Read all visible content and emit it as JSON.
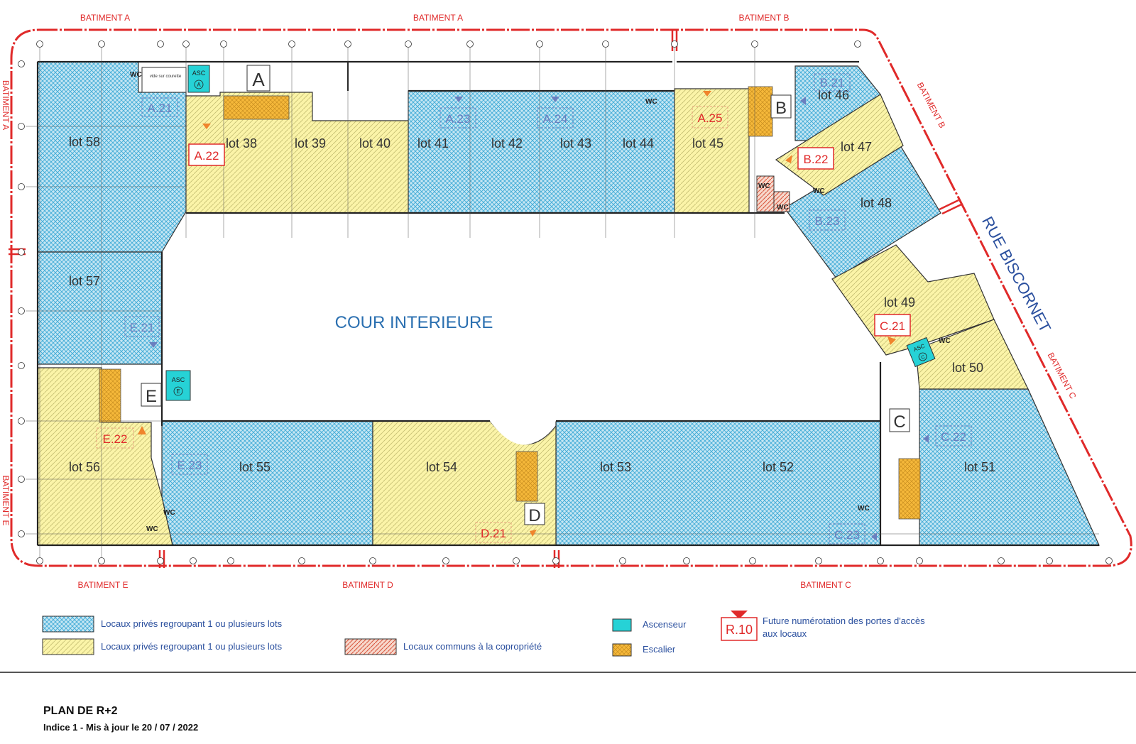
{
  "buildings": {
    "top": [
      "BATIMENT A",
      "BATIMENT A",
      "BATIMENT B"
    ],
    "left": [
      "BATIMENT A",
      "BATIMENT E"
    ],
    "right": [
      "BATIMENT B",
      "BATIMENT C"
    ],
    "bottom": [
      "BATIMENT E",
      "BATIMENT D",
      "BATIMENT C"
    ]
  },
  "street": "RUE BISCORNET",
  "courtyard": "COUR INTERIEURE",
  "lots": {
    "l58": "lot 58",
    "l57": "lot 57",
    "l56": "lot 56",
    "l55": "lot 55",
    "l54": "lot 54",
    "l53": "lot 53",
    "l52": "lot 52",
    "l51": "lot 51",
    "l50": "lot 50",
    "l49": "lot 49",
    "l48": "lot 48",
    "l47": "lot 47",
    "l46": "lot 46",
    "l45": "lot 45",
    "l44": "lot 44",
    "l43": "lot 43",
    "l42": "lot 42",
    "l41": "lot 41",
    "l40": "lot 40",
    "l39": "lot 39",
    "l38": "lot 38"
  },
  "doors": {
    "a21": "A.21",
    "a22": "A.22",
    "a23": "A.23",
    "a24": "A.24",
    "a25": "A.25",
    "b21": "B.21",
    "b22": "B.22",
    "b23": "B.23",
    "c21": "C.21",
    "c22": "C.22",
    "c23": "C.23",
    "d21": "D.21",
    "e21": "E.21",
    "e22": "E.22",
    "e23": "E.23"
  },
  "stairs": {
    "a": "A",
    "b": "B",
    "c": "C",
    "d": "D",
    "e": "E"
  },
  "wc": "WC",
  "lift_label": "ASC",
  "lift_letters": {
    "a": "A",
    "c": "C",
    "e": "E"
  },
  "chute": "vide sur courette",
  "legend": {
    "private_blue": "Locaux privés regroupant 1 ou plusieurs lots",
    "private_yellow": "Locaux privés regroupant 1 ou plusieurs lots",
    "common": "Locaux communs à la copropriété",
    "lift": "Ascenseur",
    "stair": "Escalier",
    "sample_door": "R.10",
    "future_doors_1": "Future numérotation des portes d'accès",
    "future_doors_2": "aux locaux"
  },
  "title": "PLAN DE R+2",
  "subtitle": "Indice 1 - Mis à jour le 20 / 07 / 2022",
  "colors": {
    "blue_hatch": "#3eaad6",
    "blue_bg": "#c6e6f3",
    "yellow": "#fbf4a8",
    "yellow_hatch": "#b8b36a",
    "red": "#e02a2a",
    "lift": "#26d2d6",
    "stair": "#f5b83a",
    "common": "#e88b7a",
    "text_blue": "#2a4f9e"
  }
}
